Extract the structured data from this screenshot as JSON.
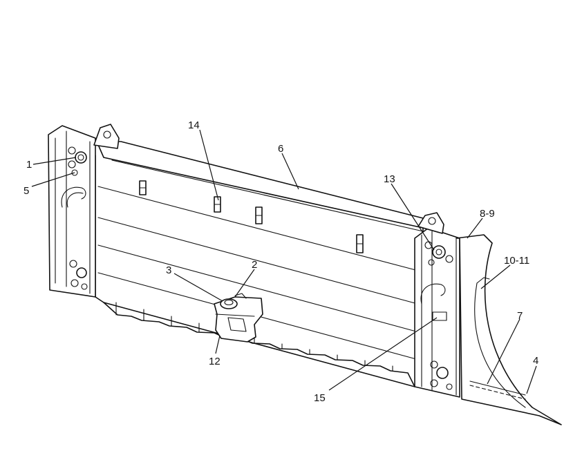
{
  "callouts": [
    {
      "id": "c1",
      "text": "1"
    },
    {
      "id": "c2",
      "text": "2"
    },
    {
      "id": "c3",
      "text": "3"
    },
    {
      "id": "c4",
      "text": "4"
    },
    {
      "id": "c5",
      "text": "5"
    },
    {
      "id": "c6",
      "text": "6"
    },
    {
      "id": "c7",
      "text": "7"
    },
    {
      "id": "c89",
      "text": "8-9"
    },
    {
      "id": "c1011",
      "text": "10-11"
    },
    {
      "id": "c12",
      "text": "12"
    },
    {
      "id": "c13",
      "text": "13"
    },
    {
      "id": "c14",
      "text": "14"
    },
    {
      "id": "c15",
      "text": "15"
    }
  ]
}
